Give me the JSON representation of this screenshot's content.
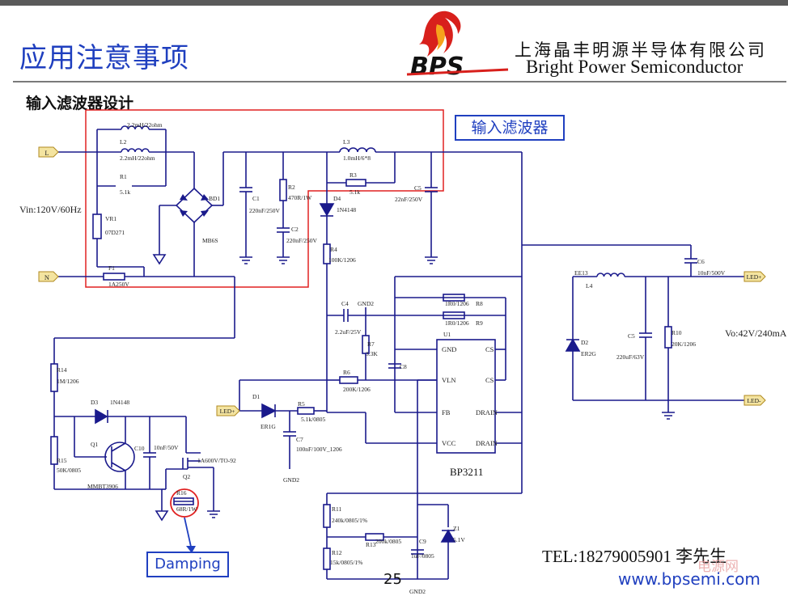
{
  "header": {
    "title": "应用注意事项",
    "company_cn": "上海晶丰明源半导体有限公司",
    "company_en": "Bright Power Semiconductor",
    "logo_text": "BPS"
  },
  "subtitle": "输入滤波器设计",
  "callouts": {
    "input_filter": "输入滤波器",
    "damping": "Damping"
  },
  "footer": {
    "tel": "TEL:18279005901    李先生",
    "web": "www.bpsemi.com",
    "page": "25",
    "watermark": "电源网"
  },
  "schematic": {
    "vin": "Vin:120V/60Hz",
    "vout": "Vo:42V/240mA",
    "ports": {
      "L": "L",
      "N": "N",
      "led_plus_out": "LED+",
      "led_minus_out": "LED-",
      "led_plus_in": "LED+"
    },
    "labels": {
      "L1": "2.2mH/22ohm",
      "L2a": "L2",
      "L2b": "2.2mH/22ohm",
      "R1a": "R1",
      "R1b": "5.1k",
      "VR1a": "VR1",
      "VR1b": "07D271",
      "F1a": "F1",
      "F1b": "1A250V",
      "BD1": "BD1",
      "MB6S": "MB6S",
      "C1a": "C1",
      "C1b": "220nF/250V",
      "R2a": "R2",
      "R2b": "470R/1W",
      "C2a": "C2",
      "C2b": "220nF/250V",
      "L3a": "L3",
      "L3b": "1.0mH/6*8",
      "R3a": "R3",
      "R3b": "5.1k",
      "C5a": "C5",
      "C5b": "22nF/250V",
      "D4a": "D4",
      "D4b": "1N4148",
      "R4a": "R4",
      "R4b": "100K/1206",
      "C4a": "C4",
      "C4b": "2.2uF/25V",
      "GND2a": "GND2",
      "R8": "1R0/1206",
      "R8n": "R8",
      "R9": "1R0/1206",
      "R9n": "R9",
      "U1": "U1",
      "R7a": "R7",
      "R7b": "3.3K",
      "C8": "C8",
      "R6a": "R6",
      "R6b": "200K/1206",
      "pin_gnd": "GND",
      "pin_cs1": "CS",
      "pin_vln": "VLN",
      "pin_cs2": "CS",
      "pin_fb": "FB",
      "pin_drain1": "DRAIN",
      "pin_vcc": "VCC",
      "pin_drain2": "DRAIN",
      "chip": "BP3211",
      "D1a": "D1",
      "D1b": "ER1G",
      "R5a": "R5",
      "R5b": "5.1k/0805",
      "C7a": "C7",
      "C7b": "100nF/100V_1206",
      "GND2b": "GND2",
      "EE13": "EE13",
      "L4": "L4",
      "C6a": "C6",
      "C6b": "10nF/500V",
      "D2a": "D2",
      "D2b": "ER2G",
      "C5oa": "C5",
      "C5ob": "220uF/63V",
      "R10a": "R10",
      "R10b": "20K/1206",
      "R14a": "R14",
      "R14b": "1M/1206",
      "D3a": "D3",
      "D3b": "1N4148",
      "Q1": "Q1",
      "C10a": "C10",
      "C10b": "10nF/50V",
      "R15a": "R15",
      "R15b": "50K/0805",
      "MMBT": "MMBT3906",
      "Q2a": "Q2",
      "Q2b": "1A600V/TO-92",
      "R16a": "R16",
      "R16b": "68R/1W",
      "R11a": "R11",
      "R11b": "240k/0805/1%",
      "R13a": "R13",
      "R13b": "200k/0805",
      "C9a": "C9",
      "C9b": "1uF/0805",
      "Z1a": "Z1",
      "Z1b": "5.1V",
      "R12a": "R12",
      "R12b": "15k/0805/1%",
      "GND2c": "GND2"
    }
  },
  "colors": {
    "title_blue": "#1f3fbf",
    "wire": "#1a1a8c",
    "highlight_red": "#e02020",
    "logo_red": "#d8201c"
  }
}
